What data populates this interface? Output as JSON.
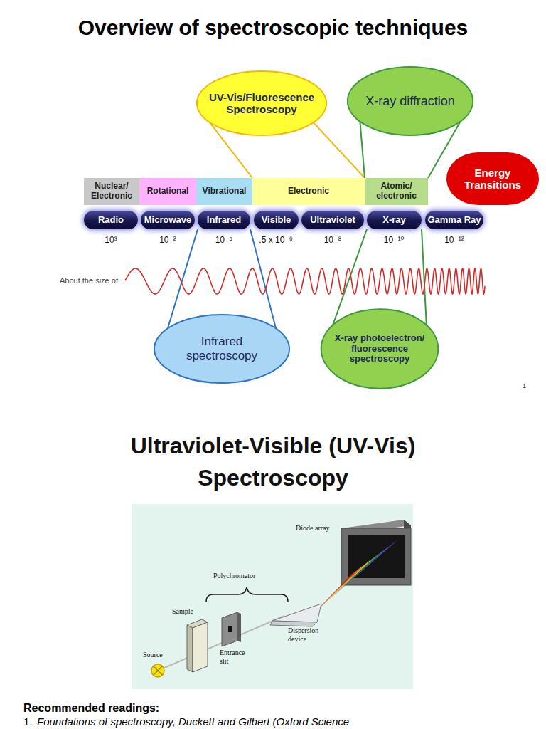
{
  "diagram": {
    "title": "Overview of spectroscopic techniques",
    "nodes": [
      {
        "text": [
          "UV-Vis/Fluorescence Spectroscopy"
        ]
      },
      {
        "text": [
          "X-ray diffraction"
        ]
      },
      {
        "text": [
          "Energy Transitions"
        ]
      },
      {
        "text": [
          "Nuclear/ Electronic"
        ]
      },
      {
        "text": [
          "Rotational"
        ]
      },
      {
        "text": [
          "Vibrational"
        ]
      },
      {
        "text": [
          "Electronic"
        ]
      },
      {
        "text": [
          "Atomic/ electronic"
        ]
      },
      {
        "text": [
          "Radio"
        ]
      },
      {
        "text": [
          "Microwave"
        ]
      },
      {
        "text": [
          "Infrared"
        ]
      },
      {
        "text": [
          "Visible"
        ]
      },
      {
        "text": [
          "Ultraviolet"
        ]
      },
      {
        "text": [
          "X-ray"
        ]
      },
      {
        "text": [
          "Gamma Ray"
        ]
      },
      {
        "text": [
          "Infrared spectroscopy"
        ]
      },
      {
        "text": [
          "X-ray photoelectron/ fluorescence spectroscopy"
        ]
      }
    ],
    "edges": [
      {
        "from": 0,
        "to": 6,
        "arrow": "none"
      },
      {
        "from": 1,
        "to": 7,
        "arrow": "none"
      },
      {
        "from": 15,
        "to": 10,
        "arrow": "none"
      },
      {
        "from": 16,
        "to": 13,
        "arrow": "none"
      }
    ],
    "labels": [
      "10³",
      "10⁻²",
      "10⁻⁵",
      ".5 x 10⁻⁶",
      "10⁻⁸",
      "10⁻¹⁰",
      "10⁻¹²",
      "About the size of...",
      "1",
      "Ultraviolet-Visible (UV-Vis) Spectroscopy",
      "Diode array",
      "Polychromator",
      "Sample",
      "Dispersion device",
      "Source",
      "Entrance slit",
      "Recommended readings:",
      "1.",
      "Foundations of spectroscopy, Duckett and Gilbert (Oxford Science"
    ]
  }
}
